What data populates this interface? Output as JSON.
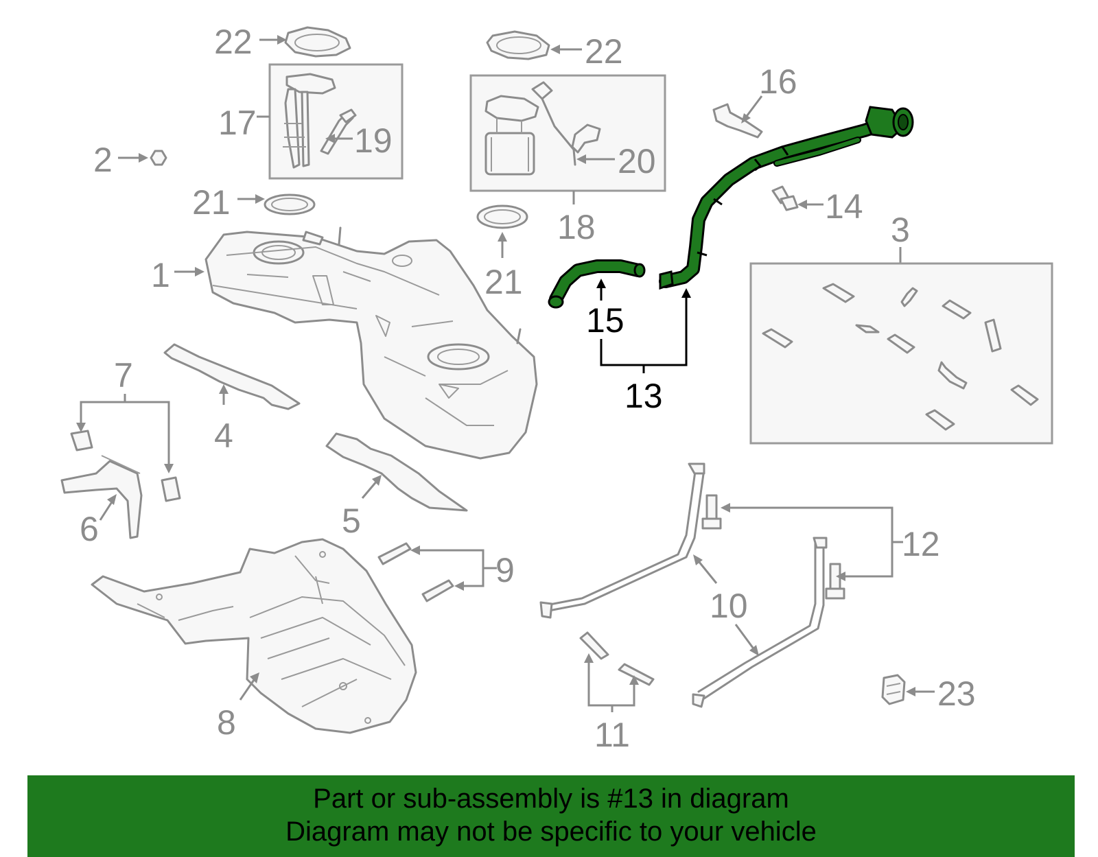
{
  "diagram": {
    "callouts": {
      "c1": "1",
      "c2": "2",
      "c3": "3",
      "c4": "4",
      "c5": "5",
      "c6": "6",
      "c7": "7",
      "c8": "8",
      "c9": "9",
      "c10": "10",
      "c11": "11",
      "c12": "12",
      "c13": "13",
      "c14": "14",
      "c15": "15",
      "c16": "16",
      "c17": "17",
      "c18": "18",
      "c19": "19",
      "c20": "20",
      "c21a": "21",
      "c21b": "21",
      "c22a": "22",
      "c22b": "22",
      "c23": "23"
    },
    "colors": {
      "highlight_fill": "#1e7a1e",
      "highlight_outline": "#000000",
      "part_stroke": "#8c8c8c",
      "banner_bg": "#1e7a1e"
    }
  },
  "banner": {
    "line1": "Part or sub-assembly is #13 in diagram",
    "line2": "Diagram may not be specific to your vehicle"
  }
}
